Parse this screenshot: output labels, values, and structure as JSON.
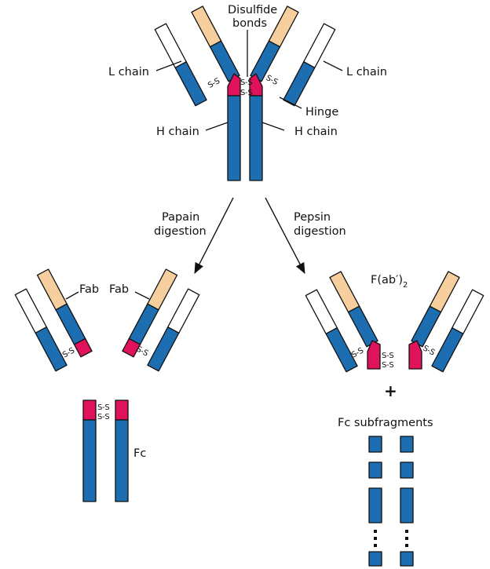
{
  "colors": {
    "heavy": "#1d6eb0",
    "hinge": "#e0125c",
    "variable": "#f7cf9e",
    "light_constant": "#ffffff",
    "outline": "#111111"
  },
  "labels": {
    "disulfide_line1": "Disulfide",
    "disulfide_line2": "bonds",
    "l_chain": "L chain",
    "h_chain": "H chain",
    "hinge": "Hinge",
    "papain_line1": "Papain",
    "papain_line2": "digestion",
    "pepsin_line1": "Pepsin",
    "pepsin_line2": "digestion",
    "fab": "Fab",
    "fc": "Fc",
    "fab2_main": "F(ab′)",
    "fab2_sub": "2",
    "plus": "+",
    "fc_sub": "Fc subfragments",
    "ss": "S-S",
    "dots": "⋮"
  }
}
